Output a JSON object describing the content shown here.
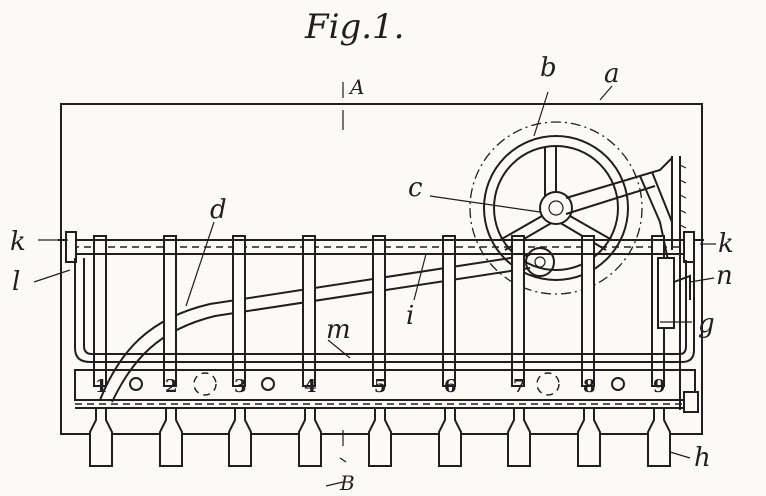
{
  "figure": {
    "title": "Fig.1.",
    "section_labels": {
      "top": "A",
      "bottom": "B"
    },
    "part_labels": {
      "a": "a",
      "b": "b",
      "c": "c",
      "d": "d",
      "g": "g",
      "h": "h",
      "i": "i",
      "k_left": "k",
      "k_right": "k",
      "l": "l",
      "m": "m",
      "n": "n"
    },
    "slot_numbers": [
      "1",
      "2",
      "3",
      "4",
      "5",
      "6",
      "7",
      "8",
      "9"
    ]
  }
}
